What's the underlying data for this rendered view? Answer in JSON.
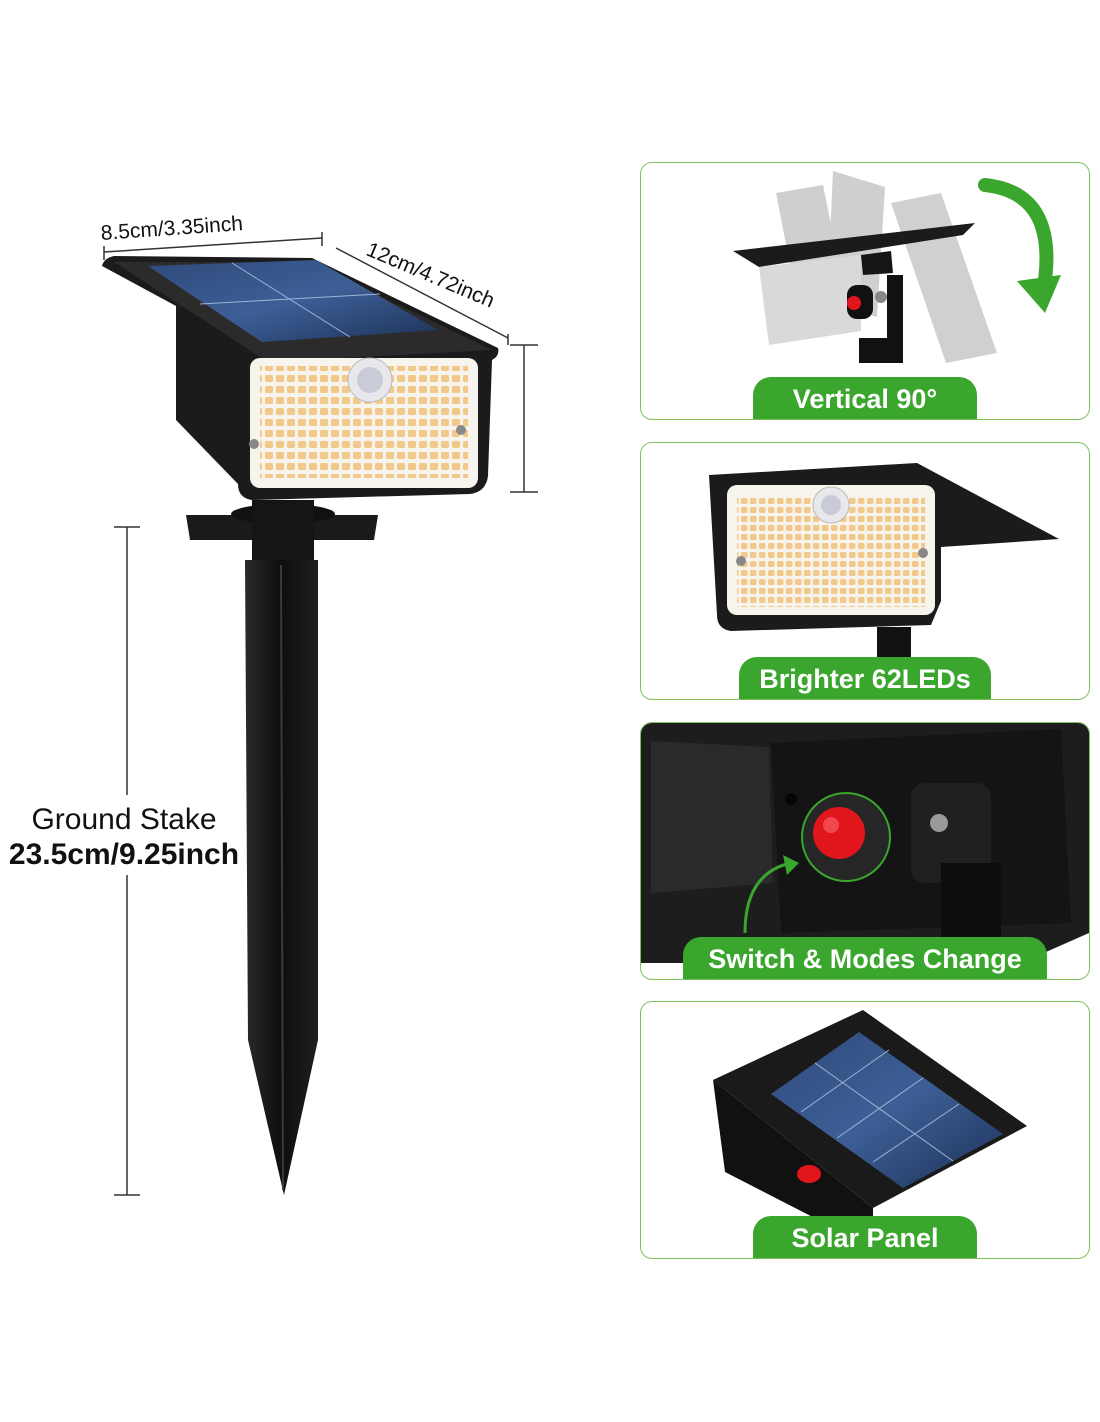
{
  "dimensions": {
    "width_label": "8.5cm/3.35inch",
    "depth_label": "12cm/4.72inch",
    "stake_title": "Ground Stake",
    "stake_size": "23.5cm/9.25inch"
  },
  "features": [
    {
      "label": "Vertical 90°"
    },
    {
      "label": "Brighter 62LEDs"
    },
    {
      "label": "Switch & Modes Change"
    },
    {
      "label": "Solar Panel"
    }
  ],
  "colors": {
    "accent_green": "#3aa62e",
    "panel_border": "#7fc25a",
    "switch_red": "#e0161c",
    "led_warm": "#f2c98a",
    "housing": "#1b1b1b"
  }
}
